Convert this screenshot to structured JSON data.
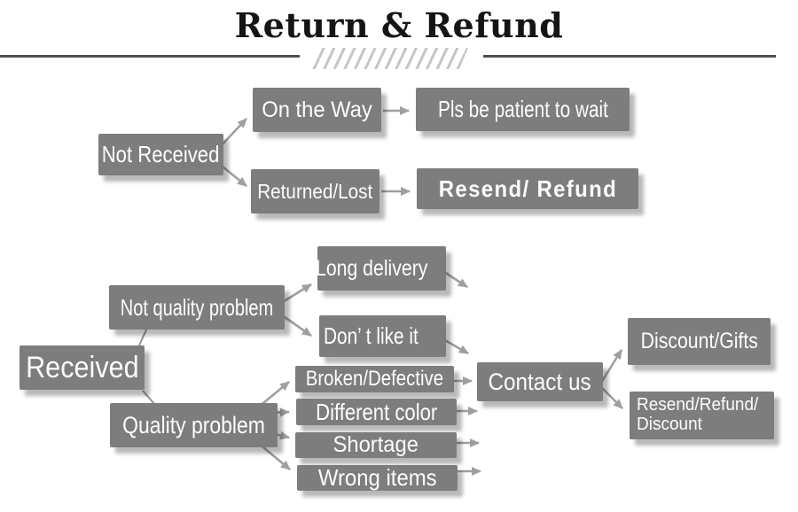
{
  "header": {
    "title": "Return & Refund"
  },
  "flow": {
    "not_received": "Not Received",
    "on_the_way": "On the Way",
    "pls_wait": "Pls be patient to wait",
    "returned_lost": "Returned/Lost",
    "resend_refund": "Resend/ Refund",
    "received": "Received",
    "not_quality_problem": "Not quality problem",
    "long_delivery": "Long delivery",
    "dont_like_it": "Don’ t like it",
    "contact_us": "Contact us",
    "discount_gifts": "Discount/Gifts",
    "resend_refund_discount": "Resend/Refund/\nDiscount",
    "quality_problem": "Quality problem",
    "broken_defective": "Broken/Defective",
    "different_color": "Different color",
    "shortage": "Shortage",
    "wrong_items": "Wrong items"
  },
  "colors": {
    "box": "#7d7d7d",
    "box_text": "#ffffff",
    "arrow": "#9f9f9f",
    "title": "#151515",
    "divider": "#4f4f4f",
    "hatch": "#c6c6c6",
    "background": "#ffffff"
  }
}
